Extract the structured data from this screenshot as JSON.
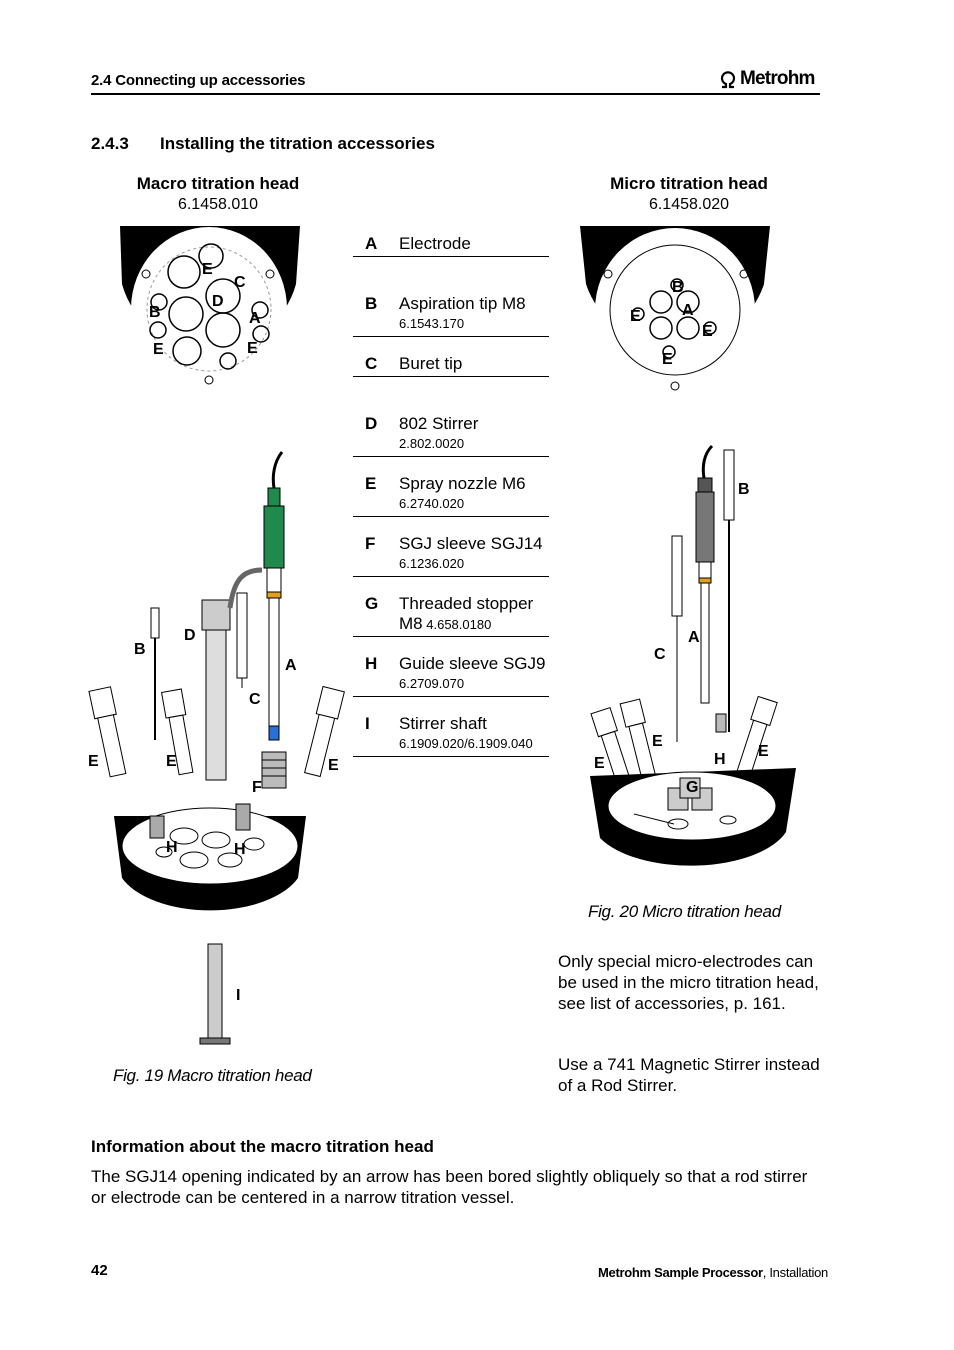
{
  "header": {
    "section_text": "2.4 Connecting up accessories",
    "brand": "Metrohm"
  },
  "section": {
    "number": "2.4.3",
    "title": "Installing the titration accessories"
  },
  "macro": {
    "title": "Macro titration head",
    "part": "6.1458.010"
  },
  "micro": {
    "title": "Micro titration head",
    "part": "6.1458.020"
  },
  "legend": [
    {
      "letter": "A",
      "name": "Electrode",
      "code": ""
    },
    {
      "letter": "B",
      "name": "Aspiration tip M8",
      "code": "6.1543.170"
    },
    {
      "letter": "C",
      "name": "Buret tip",
      "code": ""
    },
    {
      "letter": "D",
      "name": "802 Stirrer",
      "code": "2.802.0020"
    },
    {
      "letter": "E",
      "name": "Spray nozzle M6",
      "code": "6.2740.020"
    },
    {
      "letter": "F",
      "name": "SGJ sleeve SGJ14",
      "code": "6.1236.020"
    },
    {
      "letter": "G",
      "name": "Threaded stopper",
      "name2": "M8",
      "code": "4.658.0180"
    },
    {
      "letter": "H",
      "name": "Guide sleeve SGJ9",
      "code": "6.2709.070"
    },
    {
      "letter": "I",
      "name": "Stirrer shaft",
      "code": "6.1909.020/6.1909.040"
    }
  ],
  "fig19": {
    "caption": "Fig. 19 Macro titration head"
  },
  "fig20": {
    "caption": "Fig. 20 Micro titration head"
  },
  "notes": {
    "micro_electrodes": "Only special micro-electrodes can be used in the micro titration head, see list of accessories, p. 161.",
    "stirrer": "Use a 741 Magnetic Stirrer instead of a Rod Stirrer."
  },
  "info": {
    "title": "Information about the macro titration head",
    "text": "The SGJ14 opening indicated by an arrow has been bored slightly obliquely so that a rod stirrer or electrode can be centered in a narrow titration vessel."
  },
  "footer": {
    "page": "42",
    "product": "Metrohm Sample Processor",
    "suffix": ", Installation"
  },
  "diagram_labels": {
    "a": "A",
    "b": "B",
    "c": "C",
    "d": "D",
    "e": "E",
    "f": "F",
    "g": "G",
    "h": "H",
    "i": "I"
  },
  "colors": {
    "electrode_green": "#1f8a4c",
    "ring_orange": "#e0a020",
    "blue_tip": "#2a6fd6",
    "grey_body": "#7a7a7a"
  }
}
